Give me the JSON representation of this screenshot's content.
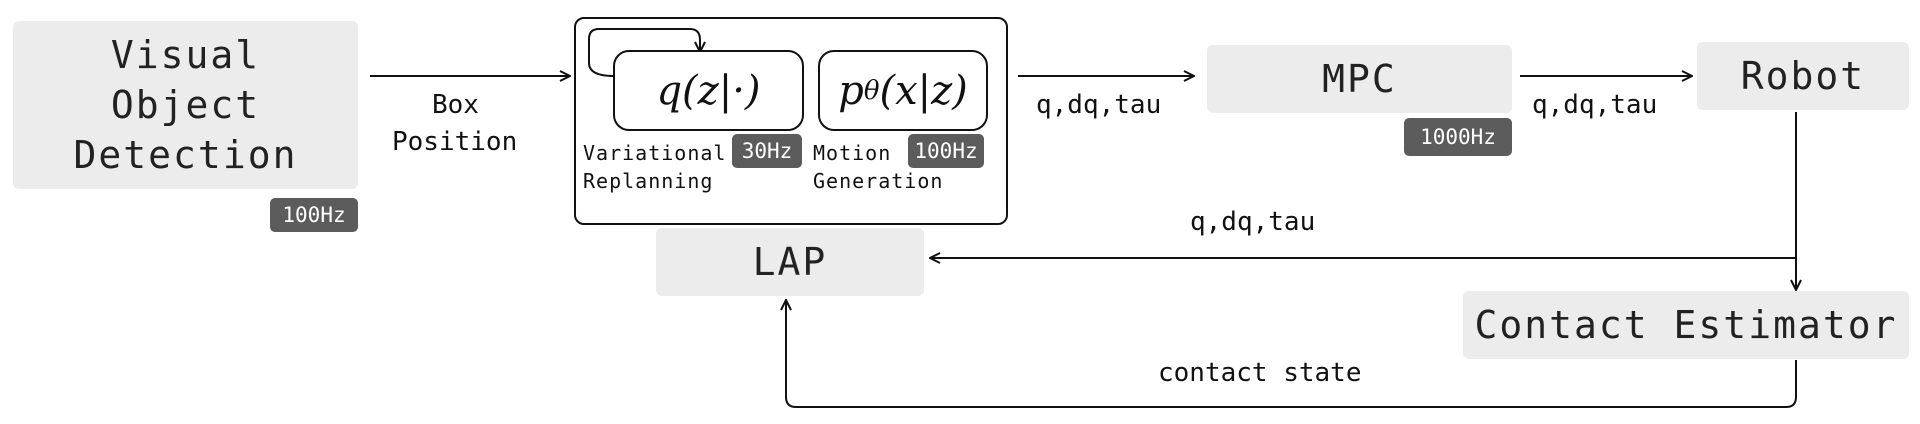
{
  "nodes": {
    "visual": {
      "line1": "Visual",
      "line2": "Object",
      "line3": "Detection",
      "rate": "100Hz"
    },
    "planner": {
      "variational": {
        "formula": "q(z|·)",
        "label1": "Variational",
        "label2": "Replanning",
        "rate": "30Hz"
      },
      "motion": {
        "formula_main": "p",
        "formula_sub": "θ",
        "formula_rest": "(x|z)",
        "label1": "Motion",
        "label2": "Generation",
        "rate": "100Hz"
      }
    },
    "mpc": {
      "label": "MPC",
      "rate": "1000Hz"
    },
    "robot": {
      "label": "Robot"
    },
    "lap": {
      "label": "LAP"
    },
    "contact": {
      "label": "Contact Estimator"
    }
  },
  "edges": {
    "box_position_1": "Box",
    "box_position_2": "Position",
    "planner_to_mpc": "q,dq,tau",
    "mpc_to_robot": "q,dq,tau",
    "robot_to_lap": "q,dq,tau",
    "contact_to_lap": "contact state"
  },
  "colors": {
    "node_fill": "#ececec",
    "badge_fill": "#5c5c5c",
    "line": "#111111"
  }
}
